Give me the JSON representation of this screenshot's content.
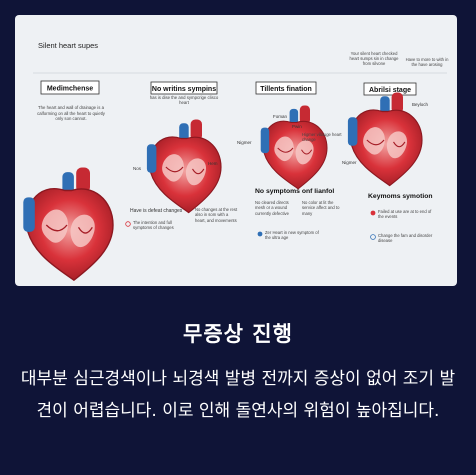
{
  "diagram": {
    "title": "Silent heart supes",
    "stages": [
      {
        "label": "Medimchense",
        "note": "The heart and wall of drainage is a calforming on all the heart to quietly only son cannot."
      },
      {
        "label": "No writins sympins",
        "note": "has is dise the and sympcrige clisco heart"
      },
      {
        "label": "Tillents fination",
        "note": ""
      },
      {
        "label": "Abrilsi stage",
        "note": "Your silent heart checked heart sumps sin in change from silvone"
      }
    ],
    "top_right_note": "Have to more to with in the have arosing",
    "labels": {
      "nos": "Nos",
      "hen": "Hem",
      "foman": "Foman",
      "pwin": "Pwin",
      "nigmer_1": "Nigmer",
      "nigmer_2": "Nigmer",
      "higher_village": "Higmer villauge heart change",
      "beyloch": "Beyloch"
    },
    "stage2_notes": {
      "left": "Have is defeat changes",
      "right": "No changes at the rest also in som with a heart, and movements",
      "bullet": "The intention and full symptoms of changes"
    },
    "section_no_symptoms": {
      "title": "No symptoms onf lianfol",
      "col1": "No cleared directs mesh or a wound currently defective",
      "col2": "No color at lit the service affect and to many",
      "bullet": "Zer Heart in new symptom of the ultra age"
    },
    "section_symptoms": {
      "title": "Keymoms symotion",
      "item1": "Failed at use are at to end of the events",
      "item2": "Change the fam and disorder disease"
    }
  },
  "headline": "무증상 진행",
  "description": "대부분 심근경색이나 뇌경색 발병 전까지 증상이 없어 조기 발견이 어렵습니다. 이로 인해 돌연사의 위험이 높아집니다.",
  "colors": {
    "background": "#0f1437",
    "card": "#eef1f4",
    "heart_red": "#d9323a",
    "heart_dark": "#9e1c24",
    "vessel_blue": "#2f6fb5"
  }
}
